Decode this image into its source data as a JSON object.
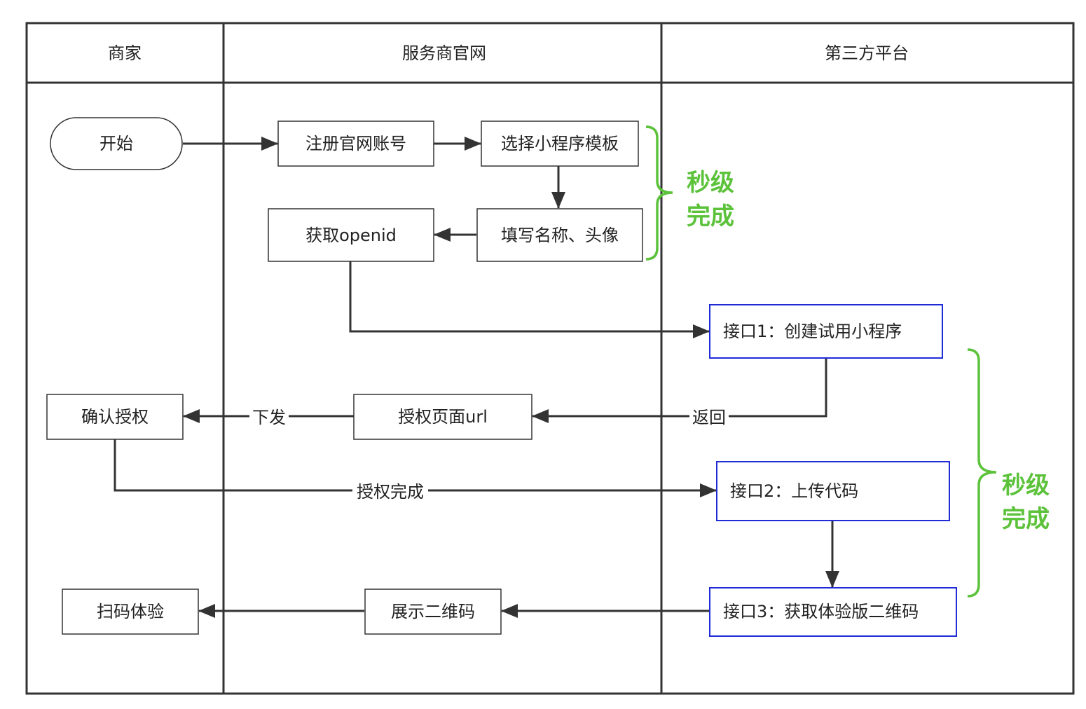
{
  "lanes": {
    "merchant": "商家",
    "provider_site": "服务商官网",
    "third_party": "第三方平台"
  },
  "nodes": {
    "start": "开始",
    "register": "注册官网账号",
    "select_template": "选择小程序模板",
    "fill_info": "填写名称、头像",
    "get_openid": "获取openid",
    "api1": "接口1：创建试用小程序",
    "auth_page_url": "授权页面url",
    "confirm_auth": "确认授权",
    "api2": "接口2：上传代码",
    "api3": "接口3：获取体验版二维码",
    "show_qr": "展示二维码",
    "scan_qr": "扫码体验"
  },
  "edge_labels": {
    "return": "返回",
    "dispatch": "下发",
    "auth_done": "授权完成"
  },
  "annotations": {
    "top": {
      "line1": "秒级",
      "line2": "完成"
    },
    "bottom": {
      "line1": "秒级",
      "line2": "完成"
    }
  },
  "colors": {
    "lines": "#333333",
    "api_box_border": "#1f2bd6",
    "annotation": "#5bc23a"
  }
}
